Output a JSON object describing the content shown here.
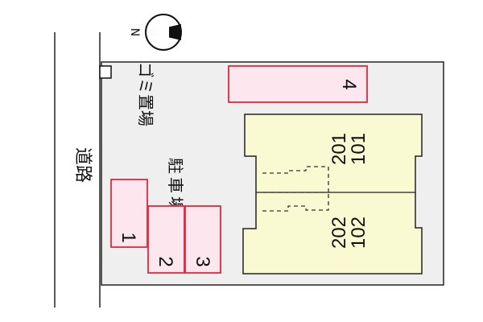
{
  "north_label": "N",
  "road_label": "道路",
  "garbage_label": "ゴミ置場",
  "parking_label": "駐車場",
  "parking_spaces": [
    "1",
    "2",
    "3",
    "4"
  ],
  "units": [
    {
      "upper": "201",
      "lower": "101"
    },
    {
      "upper": "202",
      "lower": "102"
    }
  ],
  "colors": {
    "lot_fill": "#efefef",
    "lot_stroke": "#222222",
    "building_fill": "#fafad2",
    "parking_fill": "#fde6ee",
    "parking_stroke": "#e0283c",
    "road_line": "#222222"
  }
}
